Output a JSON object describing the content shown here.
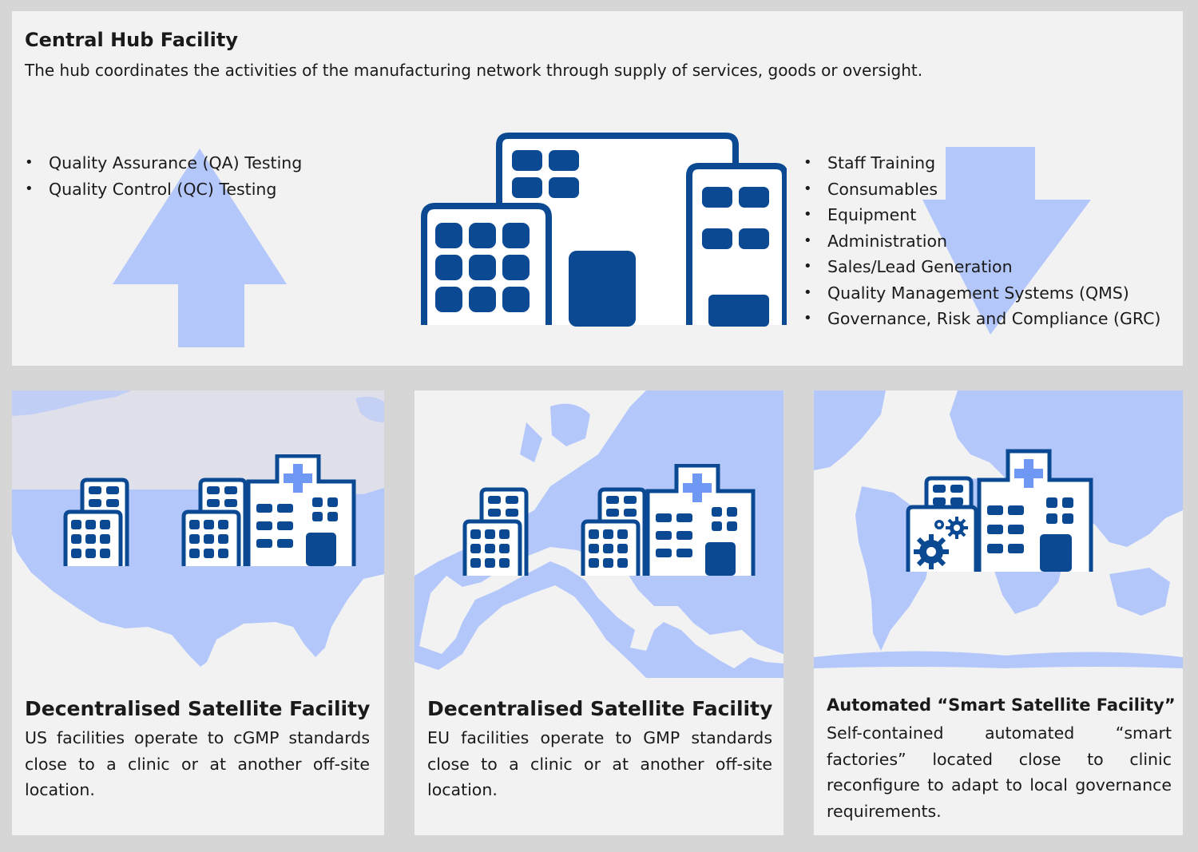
{
  "hub": {
    "title": "Central Hub Facility",
    "description": "The hub coordinates the activities of the manufacturing network through supply of services, goods or oversight.",
    "left_items": [
      "Quality Assurance (QA) Testing",
      "Quality Control (QC) Testing"
    ],
    "right_items": [
      "Staff Training",
      "Consumables",
      "Equipment",
      "Administration",
      "Sales/Lead Generation",
      "Quality Management Systems (QMS)",
      "Governance, Risk and Compliance (GRC)"
    ]
  },
  "satellites": [
    {
      "title": "Decentralised Satellite Facility",
      "text": "US facilities operate to cGMP standards close to a clinic or at another off-site location."
    },
    {
      "title": "Decentralised Satellite Facility",
      "text": "EU facilities operate to GMP standards close to a clinic or at another off-site location."
    },
    {
      "title": "Automated “Smart Satellite Facility”",
      "text": "Self-contained automated “smart factories” located close to clinic reconfigure to adapt to local governance requirements."
    }
  ],
  "icons": {
    "up_arrow": "up-arrow-icon",
    "down_arrow": "down-arrow-icon",
    "hub_building": "office-buildings-icon",
    "satellite_building": "hospital-buildings-icon",
    "gears": "gears-icon"
  },
  "colors": {
    "building_blue": "#0b4a93",
    "accent_light_blue": "#b3c7fb",
    "cross_blue": "#6f97f4",
    "panel_bg": "#f2f2f2",
    "frame_bg": "#d6d6d6"
  }
}
